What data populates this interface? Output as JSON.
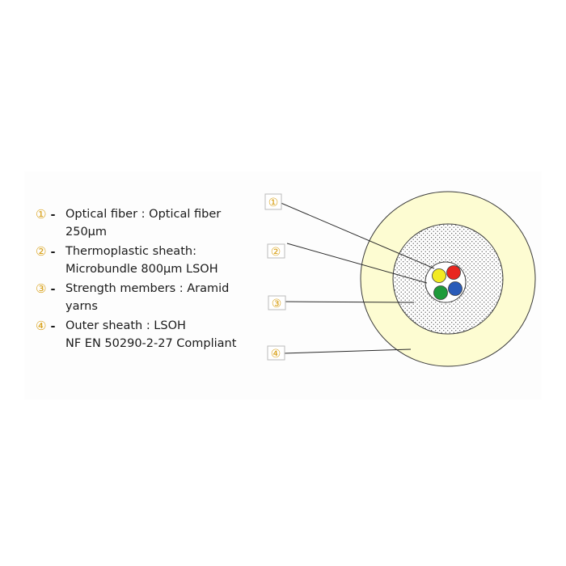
{
  "legend": {
    "items": [
      {
        "number": "①",
        "lines": [
          "Optical fiber : Optical fiber",
          "250µm"
        ]
      },
      {
        "number": "②",
        "lines": [
          "Thermoplastic sheath:",
          "Microbundle 800µm  LSOH"
        ]
      },
      {
        "number": "③",
        "lines": [
          "Strength members : Aramid",
          "yarns"
        ]
      },
      {
        "number": "④",
        "lines": [
          "Outer sheath : LSOH",
          "NF EN 50290-2-27 Compliant"
        ]
      }
    ],
    "separator": "-"
  },
  "callouts": [
    {
      "number": "①"
    },
    {
      "number": "②"
    },
    {
      "number": "③"
    },
    {
      "number": "④"
    }
  ],
  "colors": {
    "number_accent": "#d9a21b",
    "outer_sheath": "#fdfcd2",
    "aramid_dots": "#555555",
    "fiber_yellow": "#f2ea22",
    "fiber_red": "#e8261f",
    "fiber_green": "#1e9a3a",
    "fiber_blue": "#2a5bb8"
  }
}
